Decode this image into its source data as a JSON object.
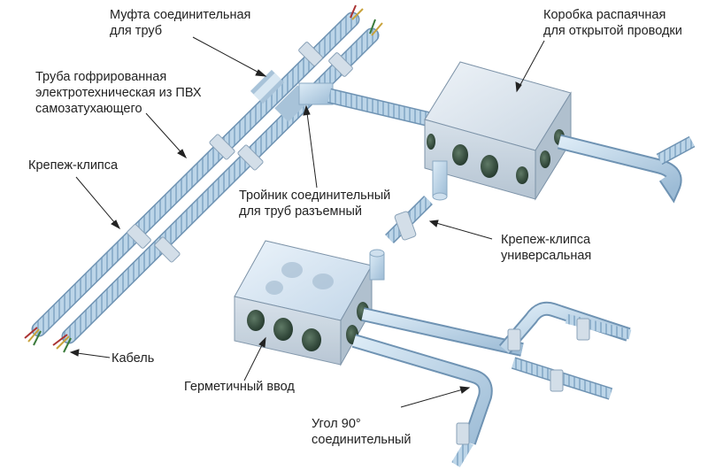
{
  "labels": {
    "coupling": [
      "Муфта соединительная",
      "для труб"
    ],
    "box_open": [
      "Коробка распаячная",
      "для открытой проводки"
    ],
    "pipe": [
      "Труба гофрированная",
      "электротехническая из ПВХ",
      "самозатухающего"
    ],
    "clip": [
      "Крепеж-клипса"
    ],
    "tee": [
      "Тройник соединительный",
      "для труб разъемный"
    ],
    "clip_universal": [
      "Крепеж-клипса",
      "универсальная"
    ],
    "cable": [
      "Кабель"
    ],
    "gland": [
      "Герметичный ввод"
    ],
    "elbow": [
      "Угол 90°",
      "соединительный"
    ]
  },
  "colors": {
    "pipe": "#b9d3e6",
    "pipe_shade": "#7ea3c2",
    "box": "#d6e2ec",
    "gland": "#2f4a3a",
    "leader": "#222222"
  }
}
